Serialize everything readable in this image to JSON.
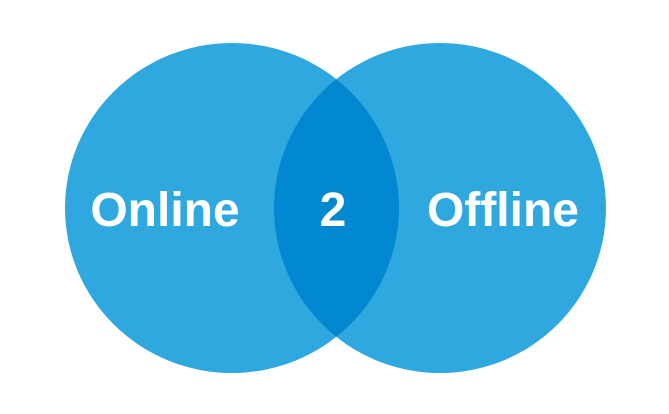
{
  "diagram": {
    "type": "venn",
    "sets": [
      {
        "label": "Online",
        "color": "#2FA8E0"
      },
      {
        "label": "Offline",
        "color": "#2FA8E0"
      }
    ],
    "intersection": {
      "label": "2",
      "color": "#0288D1"
    }
  }
}
